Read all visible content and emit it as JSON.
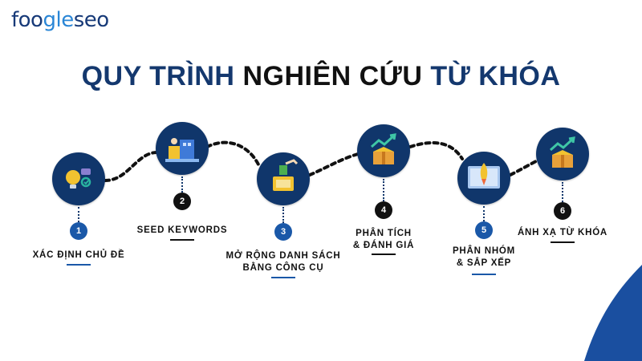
{
  "logo": {
    "part1": "foo",
    "part2": "gle",
    "part3": "seo"
  },
  "title": {
    "part1": "QUY TRÌNH ",
    "part2": "NGHIÊN CỨU ",
    "part3": "TỪ KHÓA"
  },
  "steps": [
    {
      "number": "1",
      "line1": "XÁC ĐỊNH CHỦ ĐỀ",
      "line2": "",
      "icon": "lightbulb-gear-icon",
      "accent": "blue"
    },
    {
      "number": "2",
      "line1": "SEED KEYWORDS",
      "line2": "",
      "icon": "building-blocks-icon",
      "accent": "black"
    },
    {
      "number": "3",
      "line1": "MỞ RỘNG DANH SÁCH",
      "line2": "BẰNG CÔNG CỤ",
      "icon": "money-box-icon",
      "accent": "blue"
    },
    {
      "number": "4",
      "line1": "PHÂN TÍCH",
      "line2": "& ĐÁNH GIÁ",
      "icon": "growth-box-icon",
      "accent": "black"
    },
    {
      "number": "5",
      "line1": "PHÂN NHÓM",
      "line2": "& SẮP XẾP",
      "icon": "rocket-screen-icon",
      "accent": "blue"
    },
    {
      "number": "6",
      "line1": "ÁNH XẠ TỪ KHÓA",
      "line2": "",
      "icon": "growth-box-icon",
      "accent": "black"
    }
  ],
  "colors": {
    "navy": "#10366b",
    "blue": "#1a58a8",
    "logo_blue": "#2a86d6"
  }
}
